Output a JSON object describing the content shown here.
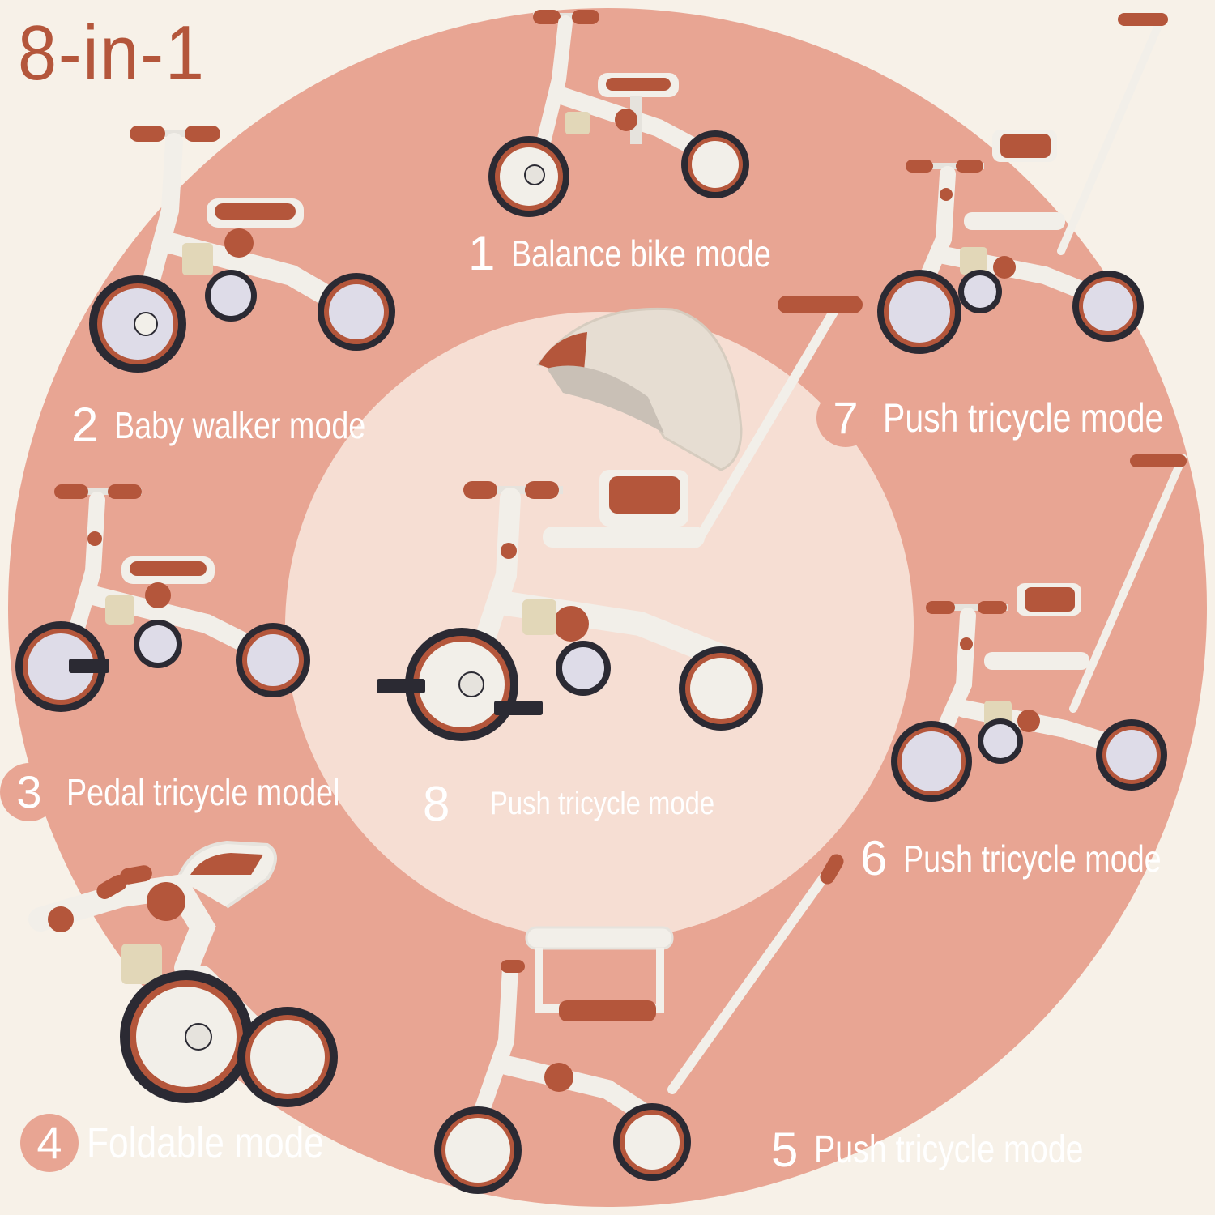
{
  "title": "8-in-1",
  "colors": {
    "background": "#f7f1e8",
    "ring": "#e8a593",
    "inner_disc": "#f6ded3",
    "accent": "#b4563b",
    "frame": "#f2efe9",
    "tire": "#2b2a33",
    "rim": "#b4563b",
    "hub": "#dedce8"
  },
  "modes": [
    {
      "num": "1",
      "label": "Balance bike mode"
    },
    {
      "num": "2",
      "label": "Baby walker mode"
    },
    {
      "num": "3",
      "label": "Pedal tricycle model"
    },
    {
      "num": "4",
      "label": "Foldable mode"
    },
    {
      "num": "5",
      "label": "Push tricycle mode"
    },
    {
      "num": "6",
      "label": "Push tricycle mode"
    },
    {
      "num": "7",
      "label": "Push tricycle mode"
    },
    {
      "num": "8",
      "label": "Push tricycle mode"
    }
  ]
}
